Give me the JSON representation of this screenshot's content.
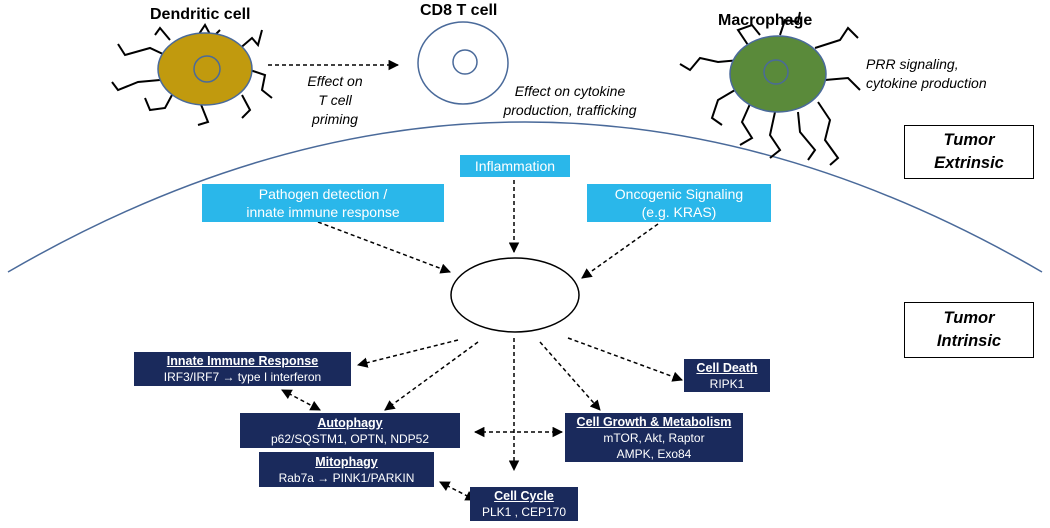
{
  "cells": {
    "dendritic": {
      "title": "Dendritic cell",
      "effect_lines": [
        "Effect on",
        "T cell",
        "priming"
      ],
      "color": "#c19a0e"
    },
    "cd8": {
      "title": "CD8 T cell",
      "effect_lines": [
        "Effect on cytokine",
        "production, trafficking"
      ]
    },
    "macrophage": {
      "title": "Macrophage",
      "effect_lines": [
        "PRR signaling,",
        "cytokine production"
      ],
      "color": "#5a8a3a"
    }
  },
  "regions": {
    "extrinsic": [
      "Tumor",
      "Extrinsic"
    ],
    "intrinsic": [
      "Tumor",
      "Intrinsic"
    ]
  },
  "signals": {
    "inflammation": [
      "Inflammation"
    ],
    "pathogen": [
      "Pathogen detection /",
      "innate immune response"
    ],
    "oncogenic": [
      "Oncogenic Signaling",
      "(e.g. KRAS)"
    ]
  },
  "outputs": {
    "innate": {
      "heading": "Innate Immune Response",
      "lines": [
        "IRF3/IRF7 → type I interferon"
      ]
    },
    "autophagy": {
      "heading": "Autophagy",
      "lines": [
        "p62/SQSTM1, OPTN, NDP52"
      ]
    },
    "mitophagy": {
      "heading": "Mitophagy",
      "lines": [
        "Rab7a → PINK1/PARKIN"
      ]
    },
    "cellcycle": {
      "heading": "Cell Cycle",
      "lines": [
        "PLK1 , CEP170"
      ]
    },
    "growth": {
      "heading": "Cell Growth & Metabolism",
      "lines": [
        "mTOR, Akt, Raptor",
        "AMPK, Exo84"
      ]
    },
    "death": {
      "heading": "Cell Death",
      "lines": [
        "RIPK1"
      ]
    }
  },
  "colors": {
    "signal_box": "#2ab7ea",
    "output_box": "#1a2a5c",
    "membrane": "#4a6a9a"
  }
}
